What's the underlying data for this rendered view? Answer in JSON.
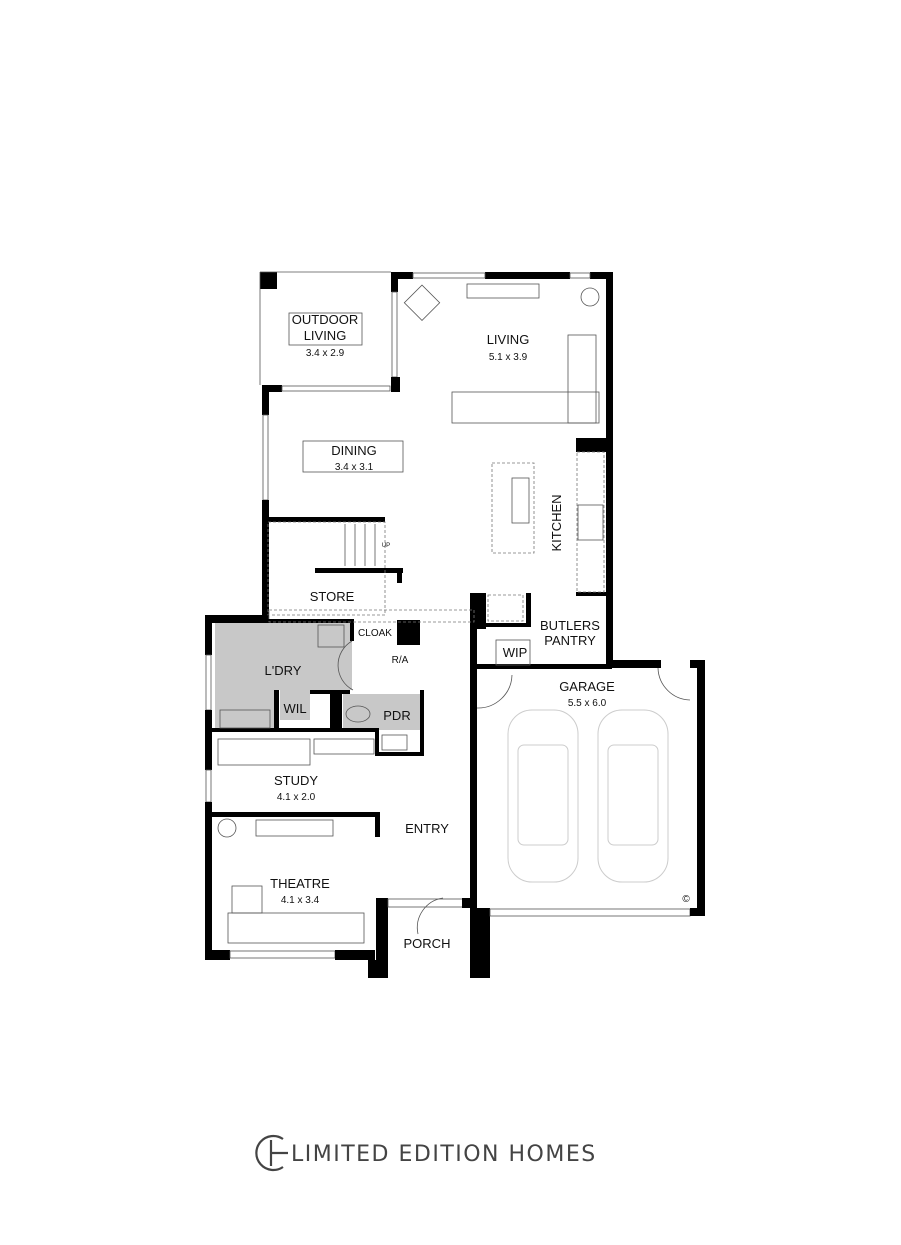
{
  "plan": {
    "rooms": {
      "outdoor_living": {
        "line1": "OUTDOOR",
        "line2": "LIVING",
        "size": "3.4 x 2.9"
      },
      "living": {
        "name": "LIVING",
        "size": "5.1 x 3.9"
      },
      "dining": {
        "name": "DINING",
        "size": "3.4 x 3.1"
      },
      "kitchen": {
        "name": "KITCHEN"
      },
      "store": {
        "name": "STORE"
      },
      "stairs_up": {
        "name": "UP"
      },
      "cloak": {
        "name": "CLOAK"
      },
      "ra": {
        "name": "R/A"
      },
      "laundry": {
        "name": "L'DRY"
      },
      "wil": {
        "name": "WIL"
      },
      "pdr": {
        "name": "PDR"
      },
      "butlers_pantry": {
        "line1": "BUTLERS",
        "line2": "PANTRY"
      },
      "wip": {
        "name": "WIP"
      },
      "garage": {
        "name": "GARAGE",
        "size": "5.5 x 6.0"
      },
      "study": {
        "name": "STUDY",
        "size": "4.1 x 2.0"
      },
      "entry": {
        "name": "ENTRY"
      },
      "theatre": {
        "name": "THEATRE",
        "size": "4.1 x 3.4"
      },
      "porch": {
        "name": "PORCH"
      }
    },
    "copyright_symbol": "©",
    "wet_area_color": "#c8c8c8"
  },
  "brand": {
    "name": "LIMITED EDITION HOMES",
    "text_color": "#444444"
  }
}
